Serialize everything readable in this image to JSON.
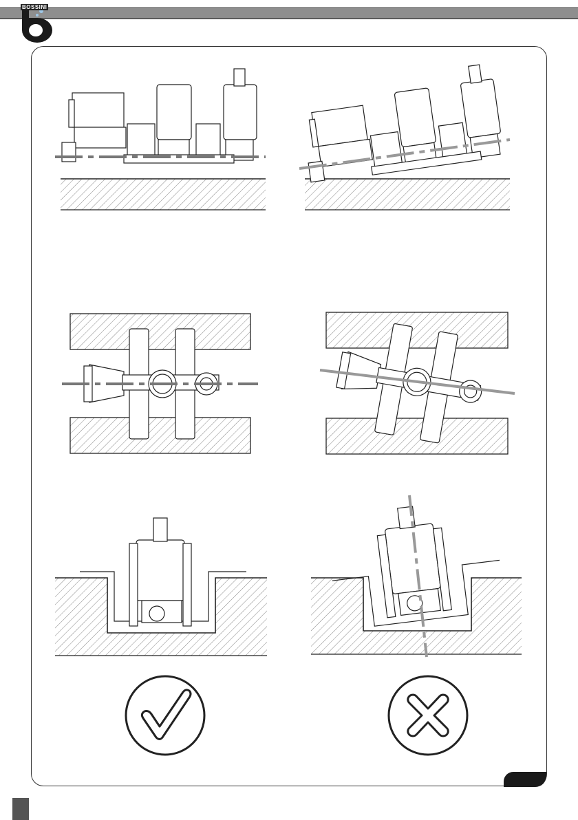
{
  "header": {
    "brand": "BOSSINI",
    "brand_mark": "registered-mark"
  },
  "figures": {
    "row1_left": {
      "verdict": "correct",
      "view": "side"
    },
    "row1_right": {
      "verdict": "wrong",
      "view": "side"
    },
    "row2_left": {
      "verdict": "correct",
      "view": "top"
    },
    "row2_right": {
      "verdict": "wrong",
      "view": "top"
    },
    "row3_left": {
      "verdict": "correct",
      "view": "front"
    },
    "row3_right": {
      "verdict": "wrong",
      "view": "front"
    }
  },
  "symbols": {
    "correct": "check-icon",
    "wrong": "cross-icon"
  },
  "colors": {
    "topbar": "#8e8e8e",
    "axis_line": "#777777",
    "ink": "#222222",
    "page_tab": "#1a1a1a"
  }
}
